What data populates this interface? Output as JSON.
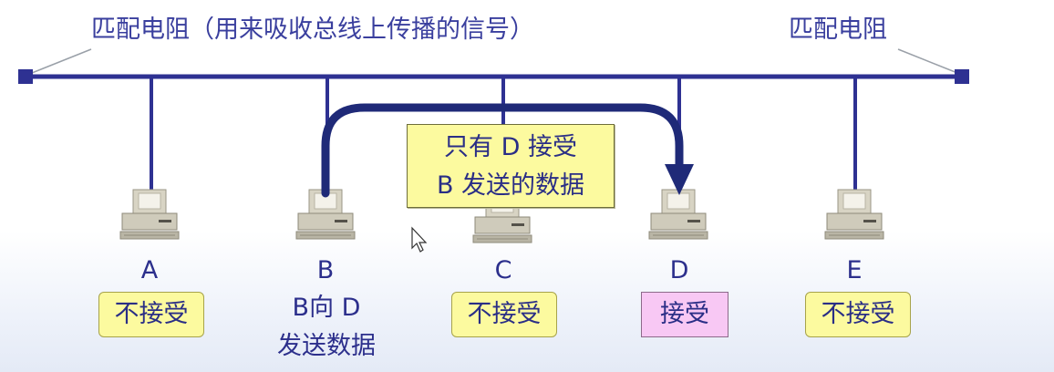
{
  "labels": {
    "terminator_left": "匹配电阻（用来吸收总线上传播的信号）",
    "terminator_right": "匹配电阻"
  },
  "callout": {
    "line1": "只有 D 接受",
    "line2": "B 发送的数据"
  },
  "nodes": [
    {
      "name": "A",
      "status": "不接受"
    },
    {
      "name": "B",
      "send_line1": "B向 D",
      "send_line2": "发送数据"
    },
    {
      "name": "C",
      "status": "不接受"
    },
    {
      "name": "D",
      "status": "接受"
    },
    {
      "name": "E",
      "status": "不接受"
    }
  ],
  "colors": {
    "bus": "#2e3192",
    "arrow": "#1f2a78",
    "status_fill": "#fcfa9f",
    "accept_fill": "#f8c8f4",
    "text": "#2c2f8c"
  },
  "icons": {
    "computer": "computer-icon",
    "terminator": "terminator-icon",
    "cursor": "mouse-cursor-icon"
  }
}
